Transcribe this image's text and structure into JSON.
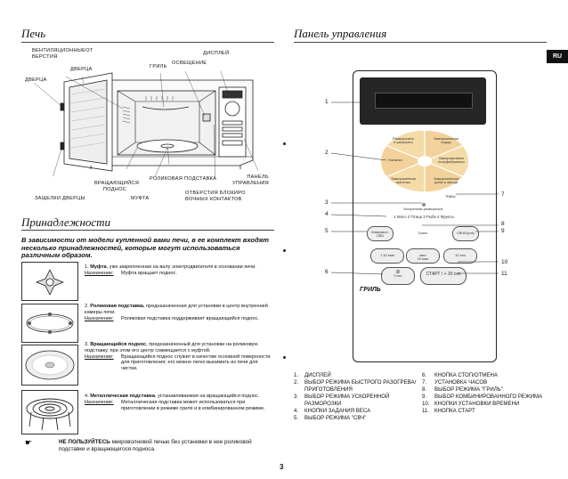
{
  "oven": {
    "title": "Печь",
    "labels": {
      "vents": "ВЕНТИЛЯЦИОННЫЕОТ ВЕРСТИЯ",
      "door_top": "ДВЕРЦА",
      "door_left": "ДВЕРЦА",
      "grill": "ГРИЛЬ",
      "light": "ОСВЕЩЕНИЕ",
      "display": "ДИСПЛЕЙ",
      "turntable_support": "РОЛИКОВАЯ ПОДСТАВКА",
      "tray": "ВРАЩАЮЩИЙСЯ ПОДНОС",
      "panel": "ПАНЕЛЬ УПРАВЛЕНИЯ",
      "latches": "ЗАЩЕЛКИ ДВЕРЦЫ",
      "coupler": "МУФТА",
      "interlock": "ОТВЕРСТИЯ БЛОКИРО ВОЧНЫХ КОНТАКТОВ"
    }
  },
  "accessories": {
    "title": "Принадлежности",
    "intro": "В зависимости от модели купленной вами печи, в ее комплект входят несколько принадлежностей, которые могут использоваться различным образом.",
    "items": [
      {
        "num": "1.",
        "name": "Муфта",
        "text": ", уже закрепленная на валу электродвигателя в основании печи.",
        "purpose_key": "Назначение:",
        "purpose": "Муфта вращает поднос."
      },
      {
        "num": "2.",
        "name": "Роликовая подставка",
        "text": ", предназначенная для установки в центр внутренней камеры печи.",
        "purpose_key": "Назначение:",
        "purpose": "Роликовая подставка поддерживает вращающийся поднос."
      },
      {
        "num": "3.",
        "name": "Вращающийся поднос",
        "text": ", предназначенный для установки на роликовую подставку, при этом его центр совмещается с муфтой.",
        "purpose_key": "Назначение:",
        "purpose": "Вращающийся поднос служит в качестве основной поверхности для приготовления; его можно легко вынимать из печи для чистки."
      },
      {
        "num": "4.",
        "name": "Металлическая подставка",
        "text": ", устанавливаемая на вращающийся поднос.",
        "purpose_key": "Назначение:",
        "purpose": "Металлическая подставка может использоваться при приготовлении в режиме гриля и в комбинированном режиме."
      }
    ],
    "warning_bold": "НЕ ПОЛЬЗУЙТЕСЬ",
    "warning": " микроволновой печью без установки в нее роликовой подставки и вращающегося подноса."
  },
  "control_panel": {
    "title": "Панель управления",
    "lang_tab": "RU",
    "dial_labels": [
      "Разморозить и разогреть",
      "Замороженная пицца",
      "Напитки",
      "Замороженные полуфабрикаты",
      "Замороженная выпечка",
      "Замороженная рыба и овощи"
    ],
    "clock_label": "Часы",
    "speed_label": "Ускоренная разморозка",
    "weights": "1 Мясо  2 Птица  3 Рыба  4 Фрукты",
    "btn_mw": "Микровол. СВЧ",
    "btn_grill": "Гриль",
    "btn_combi": "СВЧ/Гриль",
    "btn_1min": "1 10 мин",
    "btn_10s": "10 сек",
    "btn_stop": "Стоп",
    "btn_start": "СТАРТ / + 30 сек",
    "brand": "ГРИЛЬ",
    "callouts": [
      "1",
      "2",
      "3",
      "4",
      "5",
      "6",
      "7",
      "8",
      "9",
      "10",
      "11"
    ],
    "legend_left": [
      {
        "n": "1.",
        "t": "ДИСПЛЕЙ"
      },
      {
        "n": "2.",
        "t": "ВЫБОР РЕЖИМА БЫСТРОГО РАЗОГРЕВА/ ПРИГОТОВЛЕНИЯ"
      },
      {
        "n": "3.",
        "t": "ВЫБОР РЕЖИМА УСКОРЕННОЙ РАЗМОРОЗКИ"
      },
      {
        "n": "4.",
        "t": "КНОПКИ ЗАДАНИЯ ВЕСА"
      },
      {
        "n": "5.",
        "t": "ВЫБОР РЕЖИМА \"СВЧ\""
      }
    ],
    "legend_right": [
      {
        "n": "6.",
        "t": "КНОПКА СТОП/ОТМЕНА"
      },
      {
        "n": "7.",
        "t": "УСТАНОВКА ЧАСОВ"
      },
      {
        "n": "8.",
        "t": "ВЫБОР РЕЖИМА \"ГРИЛЬ\""
      },
      {
        "n": "9.",
        "t": "ВЫБОР КОМБИНИРОВАННОГО РЕЖИМА"
      },
      {
        "n": "10.",
        "t": "КНОПКИ УСТАНОВКИ ВРЕМЕНИ"
      },
      {
        "n": "11.",
        "t": "КНОПКА СТАРТ"
      }
    ]
  },
  "page_number": "3"
}
